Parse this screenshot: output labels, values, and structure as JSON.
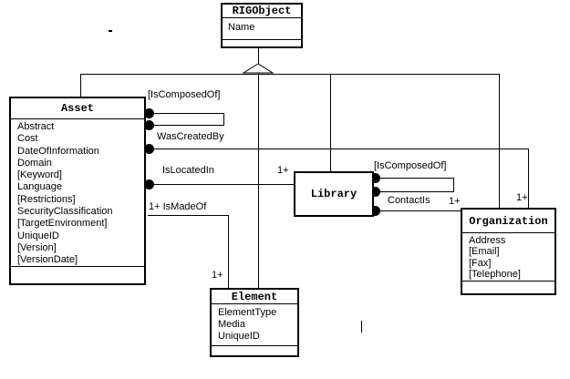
{
  "diagram": {
    "background": "#ffffff",
    "line_color": "#000000",
    "classes": {
      "rigobject": {
        "title": "RIGObject",
        "attributes": [
          "Name"
        ]
      },
      "asset": {
        "title": "Asset",
        "attributes": [
          "Abstract",
          "Cost",
          "DateOfInformation",
          "Domain",
          "[Keyword]",
          "Language",
          "[Restrictions]",
          "SecurityClassification",
          "[TargetEnvironment]",
          "UniqueID",
          "[Version]",
          "[VersionDate]"
        ]
      },
      "library": {
        "title": "Library",
        "attributes": []
      },
      "organization": {
        "title": "Organization",
        "attributes": [
          "Address",
          "[Email]",
          "[Fax]",
          "[Telephone]"
        ]
      },
      "element": {
        "title": "Element",
        "attributes": [
          "ElementType",
          "Media",
          "UniqueID"
        ]
      }
    },
    "relations": {
      "asset_is_composed_of": {
        "label": "[IsComposedOf]"
      },
      "was_created_by": {
        "label": "WasCreatedBy",
        "multiplicity": "1+"
      },
      "is_located_in": {
        "label": "IsLocatedIn",
        "multiplicity": "1+"
      },
      "is_made_of": {
        "label": "1+ IsMadeOf",
        "multiplicity": "1+"
      },
      "library_is_composed_of": {
        "label": "[IsComposedOf]"
      },
      "contact_is": {
        "label": "ContactIs",
        "multiplicity": "1+"
      }
    }
  }
}
